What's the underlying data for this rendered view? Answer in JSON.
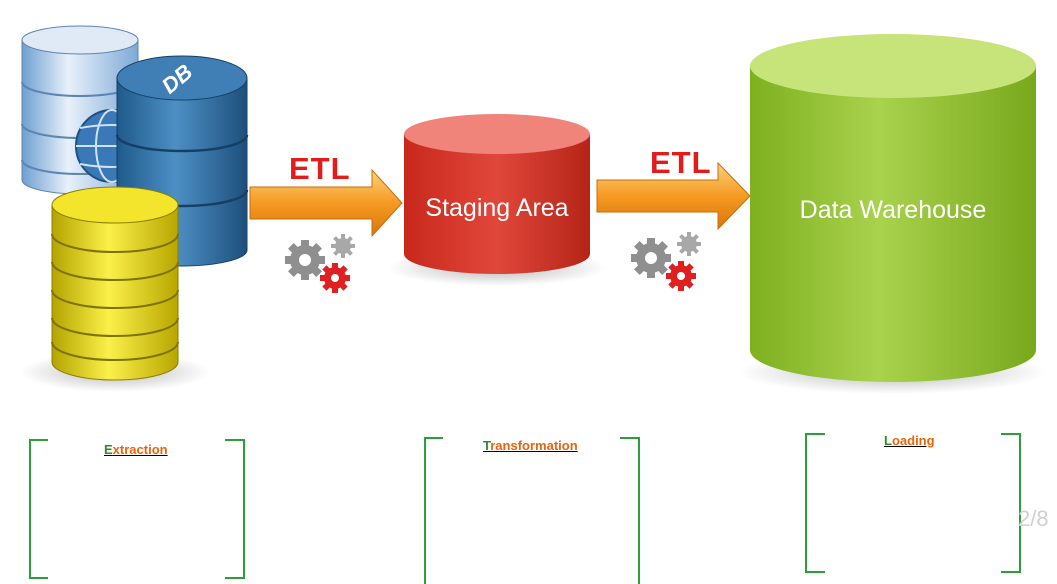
{
  "diagram": {
    "sources": {
      "db_label": "DB"
    },
    "arrows": [
      {
        "label": "ETL"
      },
      {
        "label": "ETL"
      }
    ],
    "staging": {
      "label": "Staging Area"
    },
    "warehouse": {
      "label": "Data Warehouse"
    },
    "phases": [
      {
        "first_letter": "E",
        "rest": "xtraction"
      },
      {
        "first_letter": "T",
        "rest": "ransformation"
      },
      {
        "first_letter": "L",
        "rest": "oading"
      }
    ]
  },
  "page_indicator": "2/8",
  "colors": {
    "staging": "#d9382b",
    "warehouse": "#8cbf2e",
    "arrow": "#f59a23",
    "etl_text": "#e31b1b",
    "bracket": "#2e9e3a",
    "db_blue": "#2f6ea0",
    "db_yellow": "#e8d400"
  }
}
